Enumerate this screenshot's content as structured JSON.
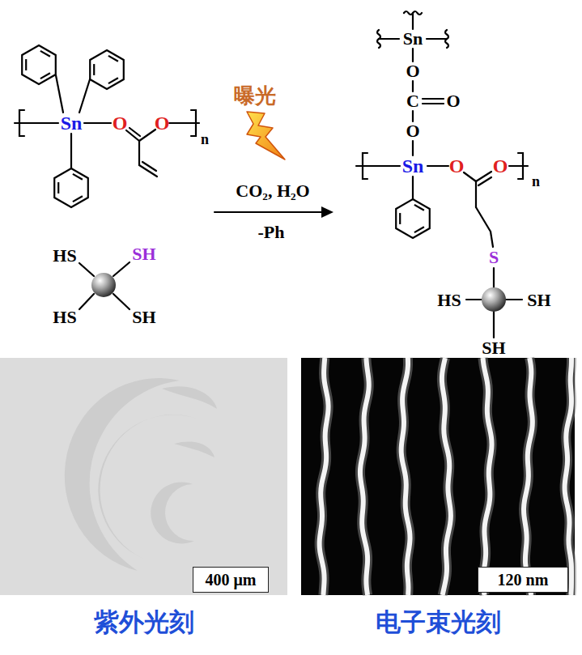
{
  "diagram": {
    "nodes": [
      {
        "text": [
          "紫外光刻"
        ]
      },
      {
        "text": [
          "400 μm"
        ],
        "in": 0
      },
      {
        "text": [
          "电子束光刻"
        ]
      },
      {
        "text": [
          "120 nm"
        ],
        "in": 2
      }
    ],
    "labels": [
      "Sn",
      "O",
      "O",
      "n",
      "HS",
      "SH",
      "HS",
      "SH",
      "曝光",
      "CO₂, H₂O",
      "-Ph",
      "Sn",
      "O",
      "C",
      "O",
      "O",
      "Sn",
      "O",
      "O",
      "n",
      "S",
      "HS",
      "SH",
      "SH"
    ]
  }
}
